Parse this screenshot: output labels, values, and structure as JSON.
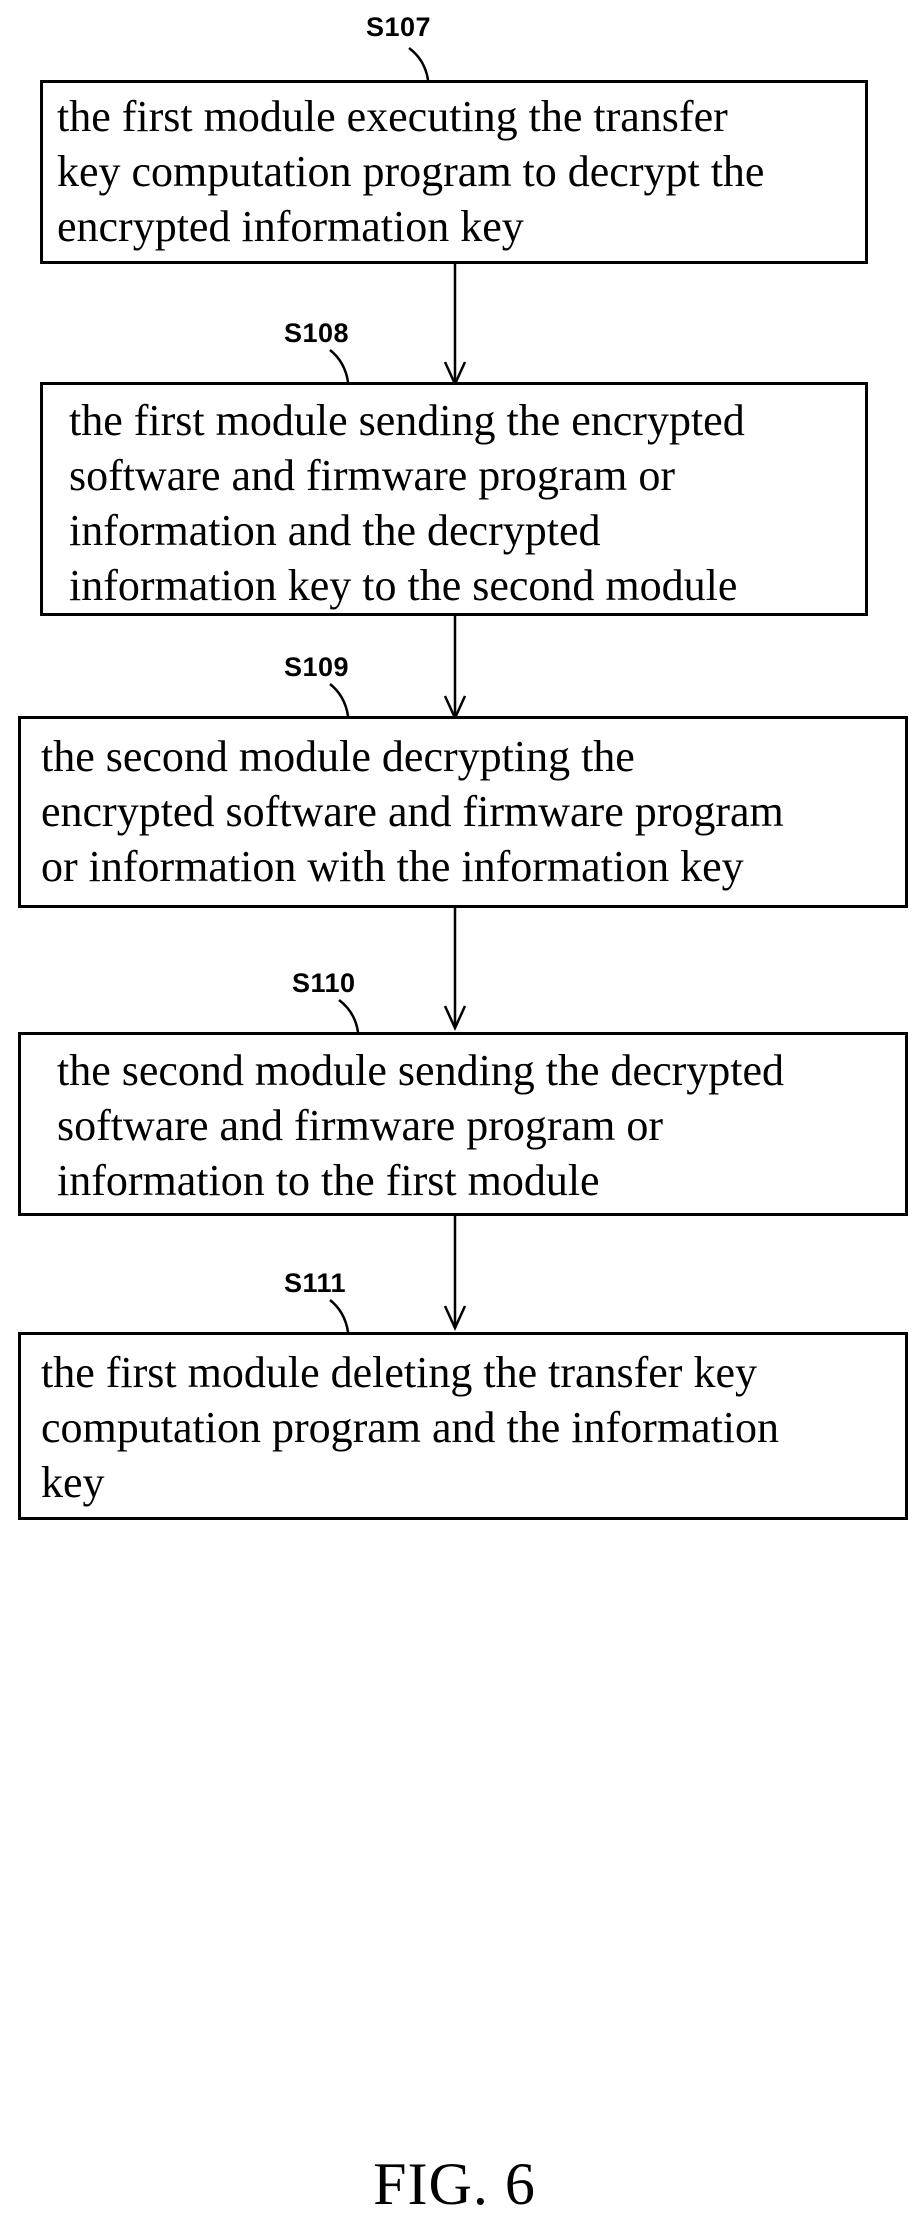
{
  "steps": [
    {
      "id": "S107",
      "text": "the first module executing the transfer\nkey computation program to decrypt the\nencrypted information key"
    },
    {
      "id": "S108",
      "text": "the first module sending the encrypted\nsoftware and firmware program or\ninformation and the decrypted\ninformation key to the second module"
    },
    {
      "id": "S109",
      "text": "the second module decrypting the\nencrypted software and firmware program\nor information with the information key"
    },
    {
      "id": "S110",
      "text": "the second module sending the decrypted\nsoftware and firmware program or\ninformation to the first module"
    },
    {
      "id": "S111",
      "text": "the first module deleting the transfer key\ncomputation program and the information\nkey"
    }
  ],
  "caption": "FIG. 6"
}
